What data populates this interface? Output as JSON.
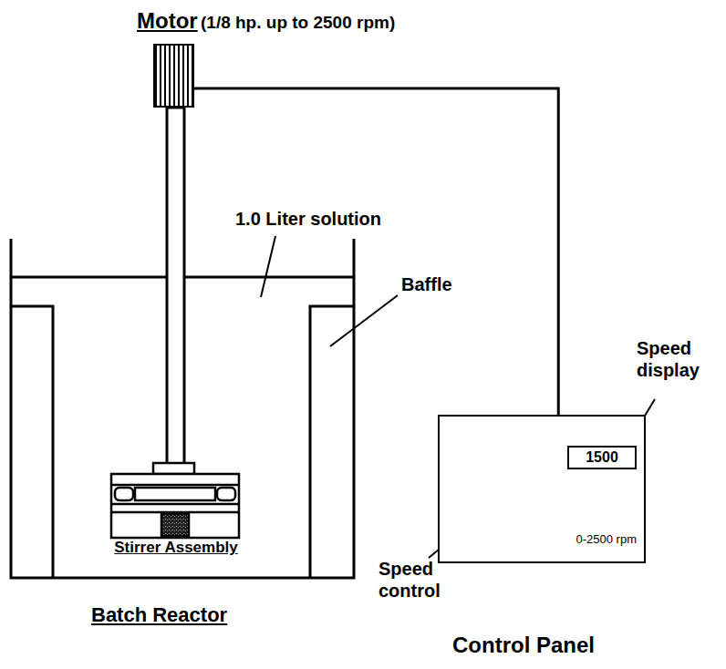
{
  "diagram": {
    "nodes": [
      {
        "text": [
          "Motor",
          "(1/8 hp. up to 2500 rpm)"
        ]
      },
      {
        "text": [
          "0-2500 rpm"
        ]
      },
      {
        "text": [
          "1500"
        ],
        "in": 1
      }
    ],
    "edges": [
      {
        "from": 0,
        "to": 1,
        "arrow": "none"
      }
    ],
    "labels": [
      "1.0 Liter solution",
      "Baffle",
      "Stirrer Assembly",
      "Speed display",
      "Speed control",
      "Batch Reactor",
      "Control Panel"
    ]
  }
}
